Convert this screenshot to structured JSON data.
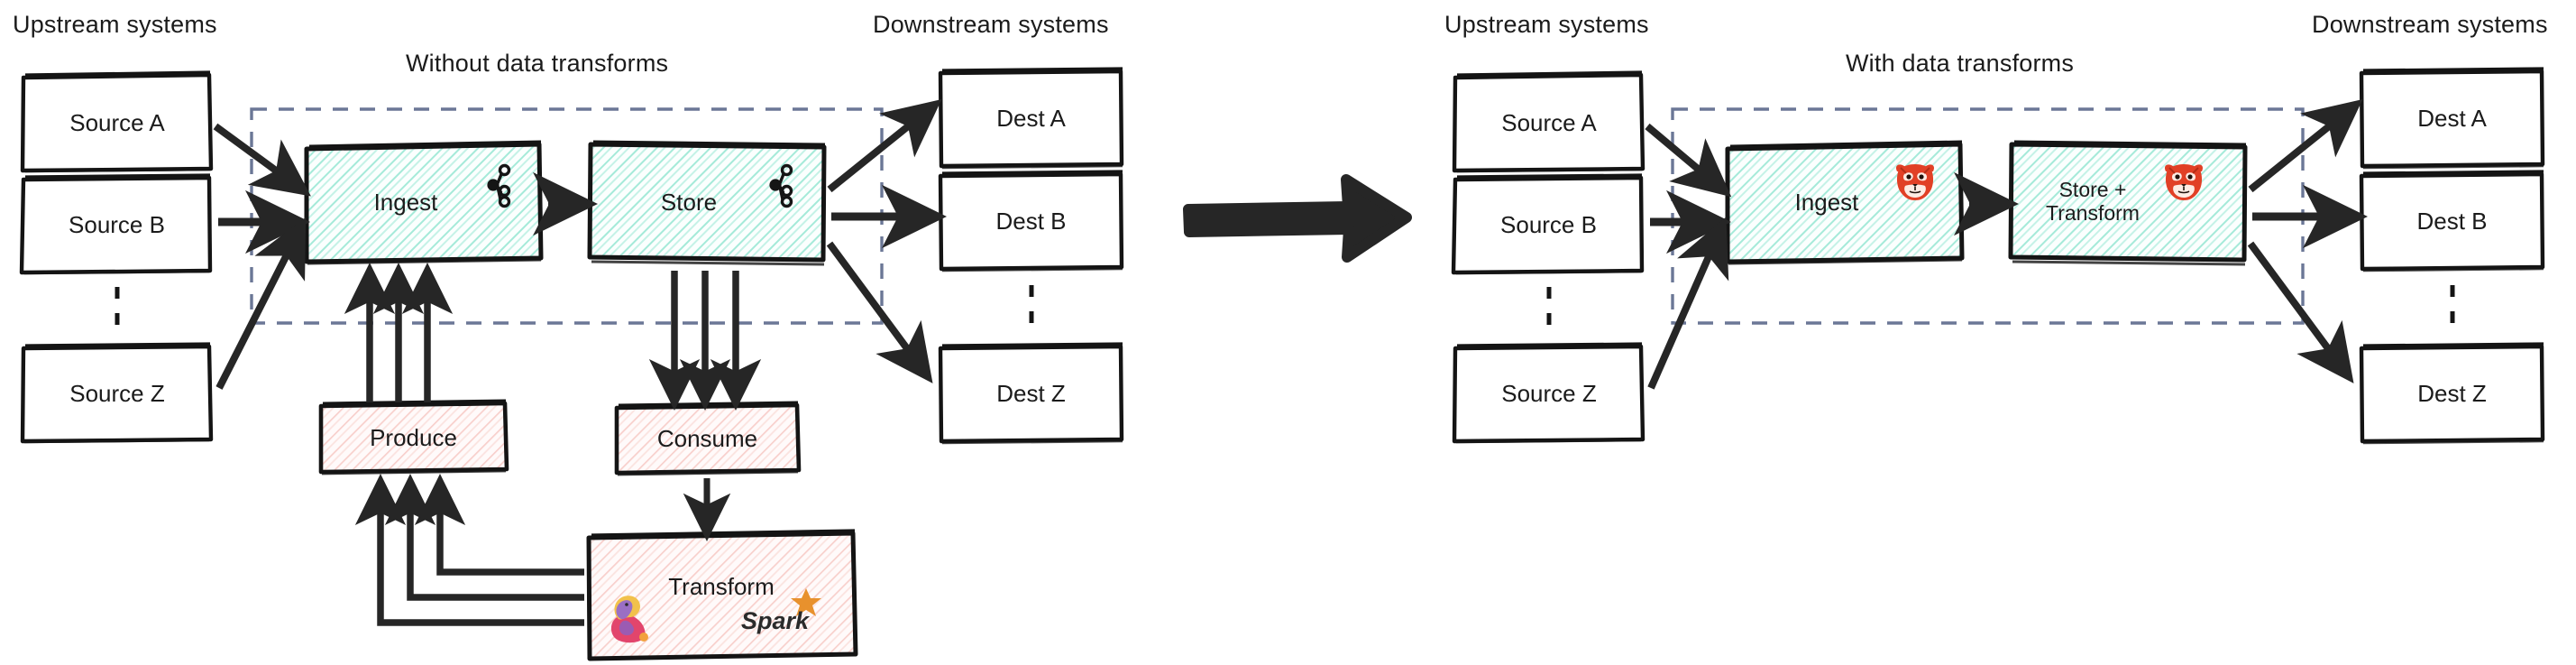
{
  "diagram": {
    "title": "Data pipeline architecture comparison: without vs with data transforms",
    "type": "comparison-flow-diagram",
    "colors": {
      "stroke": "#1b1b1b",
      "teal_fill": "#e8f9f3",
      "teal_hatch": "#4fd1ae",
      "pink_fill": "#fdf0ef",
      "pink_hatch": "#f0a8a0",
      "dashed_boundary": "#6b7796",
      "arrow": "#262626",
      "redpanda": "#e14026",
      "spark_orange": "#e8912d",
      "flink_pink": "#e2456c"
    }
  },
  "panels": [
    {
      "id": "left",
      "section_title": "Without data transforms",
      "upstream_header": "Upstream systems",
      "downstream_header": "Downstream systems",
      "sources": [
        {
          "label": "Source A"
        },
        {
          "label": "Source B"
        },
        {
          "label": "Source Z"
        }
      ],
      "source_ellipsis": "vertical-dashed",
      "destinations": [
        {
          "label": "Dest A"
        },
        {
          "label": "Dest B"
        },
        {
          "label": "Dest Z"
        }
      ],
      "dest_ellipsis": "vertical-dashed",
      "pipeline_boxes": [
        {
          "label": "Ingest",
          "icon": "kafka-icon",
          "fill": "teal"
        },
        {
          "label": "Store",
          "icon": "kafka-icon",
          "fill": "teal"
        }
      ],
      "external_boxes": [
        {
          "label": "Produce",
          "icon": null,
          "fill": "pink"
        },
        {
          "label": "Consume",
          "icon": null,
          "fill": "pink"
        },
        {
          "label": "Transform",
          "icons": [
            "flink-icon",
            "spark-icon"
          ],
          "fill": "pink"
        }
      ],
      "boundary": "dashed-rectangle"
    },
    {
      "id": "right",
      "section_title": "With data transforms",
      "upstream_header": "Upstream systems",
      "downstream_header": "Downstream systems",
      "sources": [
        {
          "label": "Source A"
        },
        {
          "label": "Source B"
        },
        {
          "label": "Source Z"
        }
      ],
      "source_ellipsis": "vertical-dashed",
      "destinations": [
        {
          "label": "Dest A"
        },
        {
          "label": "Dest B"
        },
        {
          "label": "Dest Z"
        }
      ],
      "dest_ellipsis": "vertical-dashed",
      "pipeline_boxes": [
        {
          "label": "Ingest",
          "icon": "redpanda-icon",
          "fill": "teal"
        },
        {
          "label": "Store +\nTransform",
          "line1": "Store +",
          "line2": "Transform",
          "icon": "redpanda-icon",
          "fill": "teal"
        }
      ],
      "external_boxes": [],
      "boundary": "dashed-rectangle"
    }
  ],
  "transition_arrow": {
    "name": "big-right-arrow",
    "direction": "right"
  },
  "icon_legend": {
    "kafka-icon": "Apache Kafka node graph logo",
    "redpanda-icon": "Redpanda red panda face logo",
    "flink-icon": "Apache Flink squirrel logo",
    "spark-icon": "Apache Spark wordmark logo"
  }
}
